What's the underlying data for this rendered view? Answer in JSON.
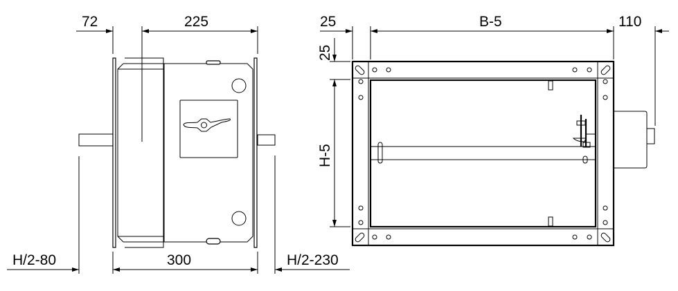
{
  "side_view": {
    "dim_top_left": "72",
    "dim_top_right": "225",
    "dim_bottom": "300",
    "dim_left_offset": "H/2-80",
    "dim_right_offset": "H/2-230"
  },
  "front_view": {
    "dim_top_left": "25",
    "dim_top_width": "B-5",
    "dim_top_right": "110",
    "dim_left_top": "25",
    "dim_left_height": "H-5"
  }
}
